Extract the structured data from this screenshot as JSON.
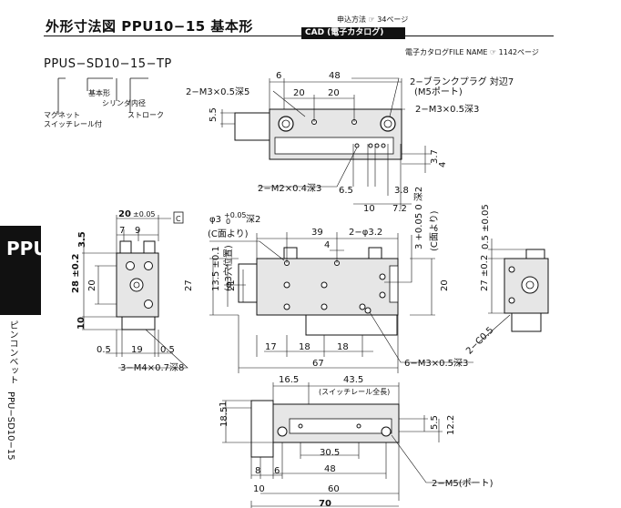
{
  "header": {
    "title": "外形寸法図 PPU10−15 基本形",
    "ref_label": "申込方法 ☞ 34ページ",
    "cad_badge": "CAD (電子カタログ)",
    "catalog_ref": "電子カタログFILE NAME ☞ 1142ページ"
  },
  "model_code": {
    "code": "PPUS−SD10−15−TP",
    "labels": [
      "基本形",
      "シリンダ内径",
      "ストローク",
      "マグネット",
      "スイッチレール付"
    ]
  },
  "side_tab": {
    "label": "PPU",
    "vertical_labels": [
      "ピンコンベット",
      "PPU−SD10−15"
    ]
  },
  "top_view": {
    "callouts": [
      "2−M3×0.5深5",
      "2−ブランクプラグ 対辺7",
      "(M5ポート)",
      "2−M3×0.5深3",
      "2−M2×0.4深3"
    ],
    "dims": [
      "6",
      "48",
      "20",
      "20",
      "5.5",
      "3.7",
      "4",
      "6.5",
      "3.8",
      "10",
      "7.2"
    ]
  },
  "front_view": {
    "callouts": [
      "φ3 +0.05 0 深2",
      "(C面より)",
      "2−φ3.2",
      "3 +0.05 0 深2",
      "(C面より)",
      "3−M4×0.7深8",
      "6−M3×0.5深3",
      "C"
    ],
    "dims": [
      "20 ±0.05",
      "7",
      "9",
      "3.5",
      "28 ±0.2",
      "20",
      "10",
      "0.5",
      "19",
      "0.5",
      "39",
      "4",
      "27",
      "13.5 ±0.1",
      "(φ3穴位置)",
      "21",
      "20",
      "17",
      "18",
      "18",
      "67"
    ]
  },
  "right_view": {
    "dims": [
      "0.5 ±0.05",
      "27 ±0.2",
      "2−C0.5"
    ]
  },
  "bottom_view": {
    "dims": [
      "16.5",
      "43.5",
      "(スイッチレール全長)",
      "1",
      "18.5",
      "5.5",
      "12.2",
      "30.5",
      "8",
      "6",
      "48",
      "10",
      "60",
      "70"
    ],
    "callouts": [
      "2−M5(ポート)"
    ]
  },
  "colors": {
    "body_fill": "#e6e6e6",
    "ink": "#111111",
    "tab": "#111111"
  }
}
